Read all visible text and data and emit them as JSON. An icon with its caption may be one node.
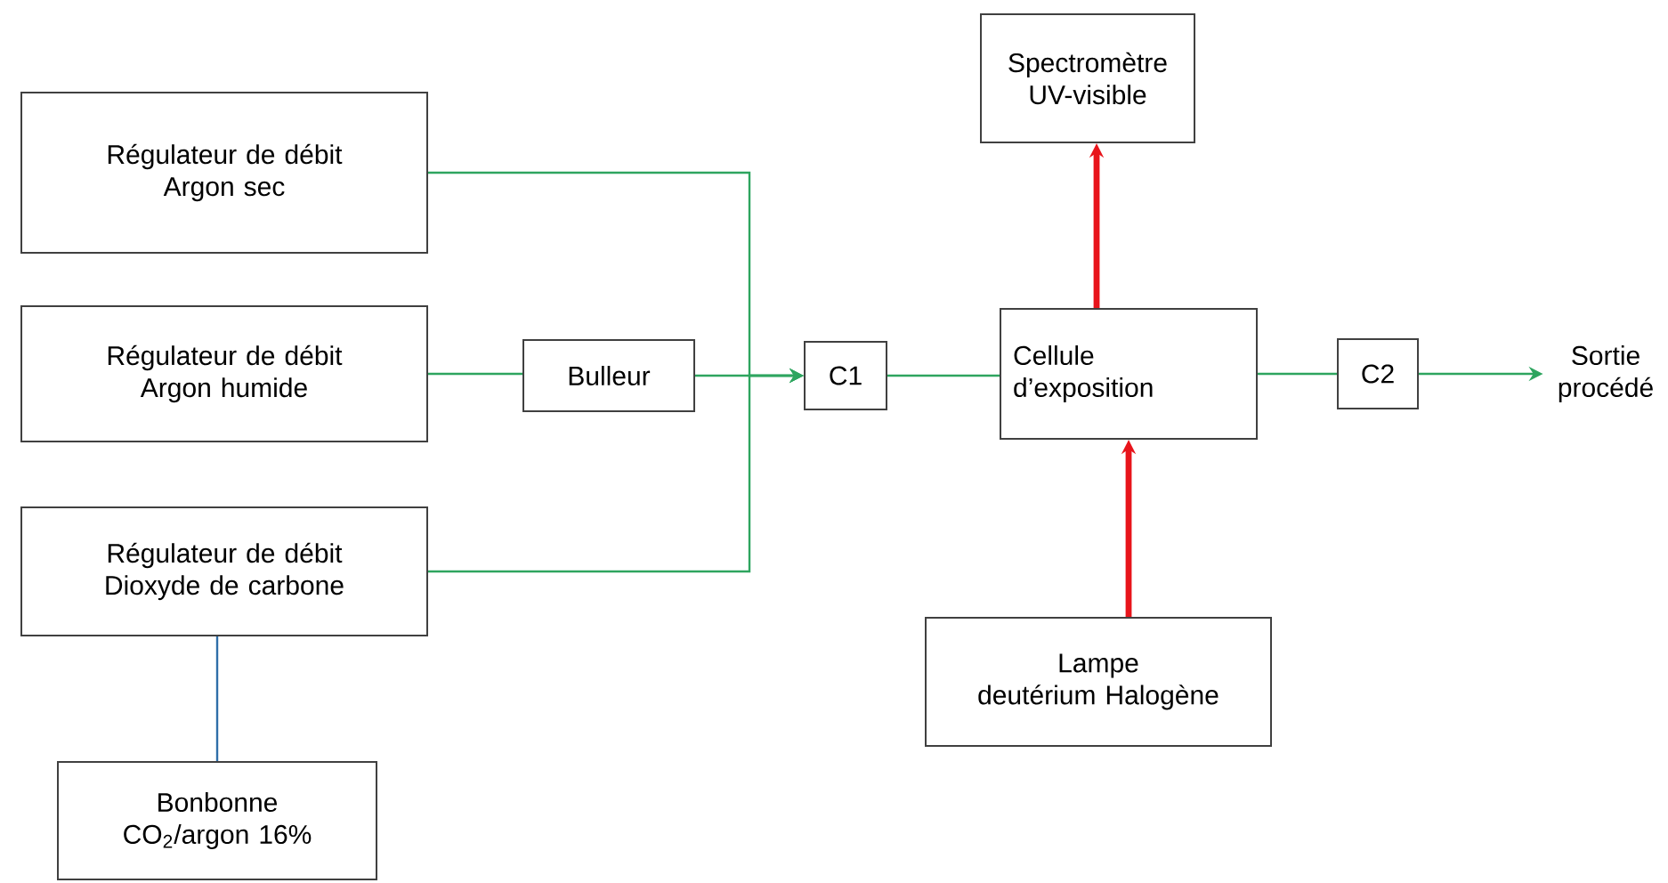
{
  "diagram": {
    "nodes": [
      {
        "text": [
          "Régulateur de débit",
          "Argon sec"
        ]
      },
      {
        "text": [
          "Régulateur de débit",
          "Argon humide"
        ]
      },
      {
        "text": [
          "Régulateur de débit",
          "Dioxyde de carbone"
        ]
      },
      {
        "text": [
          "Bonbonne",
          "CO$_{2}$/argon 16%"
        ]
      },
      {
        "text": [
          "Bulleur"
        ]
      },
      {
        "text": [
          "C1"
        ]
      },
      {
        "text": [
          "Spectromètre",
          "UV-visible"
        ]
      },
      {
        "text": [
          "Cellule",
          "d’exposition"
        ]
      },
      {
        "text": [
          "C2"
        ]
      },
      {
        "text": [
          "Sortie procédé"
        ]
      },
      {
        "text": [
          "Lampe",
          "deutérium Halogène"
        ]
      }
    ],
    "edges": [
      {
        "from": 0,
        "to": 5,
        "arrow": "to"
      },
      {
        "from": 1,
        "to": 4,
        "arrow": "none"
      },
      {
        "from": 4,
        "to": 5,
        "arrow": "to"
      },
      {
        "from": 2,
        "to": 5,
        "arrow": "to"
      },
      {
        "from": 3,
        "to": 2,
        "arrow": "none",
        "color": "#2f6ea8"
      },
      {
        "from": 5,
        "to": 7,
        "arrow": "none"
      },
      {
        "from": 7,
        "to": 6,
        "arrow": "to",
        "style": "thick",
        "color": "#e8141b"
      },
      {
        "from": 10,
        "to": 7,
        "arrow": "to",
        "style": "thick",
        "color": "#e8141b"
      },
      {
        "from": 7,
        "to": 8,
        "arrow": "none"
      },
      {
        "from": 8,
        "to": 9,
        "arrow": "to"
      }
    ]
  }
}
